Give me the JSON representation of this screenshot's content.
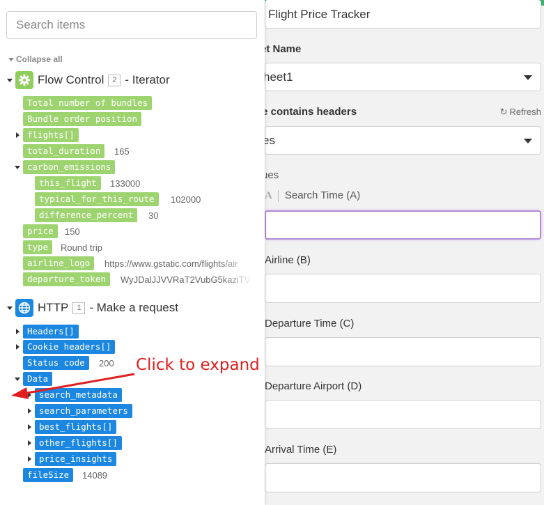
{
  "search": {
    "placeholder": "Search items"
  },
  "collapse_all": "Collapse all",
  "modules": [
    {
      "name": "Flow Control",
      "number": "2",
      "description": "- Iterator",
      "icon": "gear-icon",
      "color": "#8fce5c"
    },
    {
      "name": "HTTP",
      "number": "1",
      "description": "- Make a request",
      "icon": "globe-icon",
      "color": "#1c87e0"
    }
  ],
  "flow_items": {
    "total_bundles": "Total number of bundles",
    "bundle_order": "Bundle order position",
    "flights": "flights[]",
    "total_duration": {
      "label": "total_duration",
      "value": "165"
    },
    "carbon_emissions": "carbon_emissions",
    "this_flight": {
      "label": "this_flight",
      "value": "133000"
    },
    "typical_for_this_route": {
      "label": "typical_for_this_route",
      "value": "102000"
    },
    "difference_percent": {
      "label": "difference_percent",
      "value": "30"
    },
    "price": {
      "label": "price",
      "value": "150"
    },
    "type": {
      "label": "type",
      "value": "Round trip"
    },
    "airline_logo": {
      "label": "airline_logo",
      "value": "https://www.gstatic.com/flights/air"
    },
    "departure_token": {
      "label": "departure_token",
      "value": "WyJDalJJVVRaT2VubG5kaziTV"
    }
  },
  "http_items": {
    "headers": "Headers[]",
    "cookie_headers": "Cookie headers[]",
    "status_code": {
      "label": "Status code",
      "value": "200"
    },
    "data": "Data",
    "search_metadata": "search_metadata",
    "search_parameters": "search_parameters",
    "best_flights": "best_flights[]",
    "other_flights": "other_flights[]",
    "price_insights": "price_insights",
    "file_size": {
      "label": "fileSize",
      "value": "14089"
    }
  },
  "annotation": "Click to expand",
  "right": {
    "spreadsheet_value": "Flight Price Tracker",
    "sheet_name_label": "et Name",
    "sheet_name_value": "heet1",
    "headers_label": "le contains headers",
    "refresh_label": "Refresh",
    "headers_value": "es",
    "values_label": "ues",
    "columns": [
      {
        "label": "Search Time (A)",
        "value": ""
      },
      {
        "label": "Airline (B)",
        "value": ""
      },
      {
        "label": "Departure Time (C)",
        "value": ""
      },
      {
        "label": "Departure Airport (D)",
        "value": ""
      },
      {
        "label": "Arrival Time (E)",
        "value": ""
      }
    ],
    "type_icon": "A"
  },
  "colors": {
    "green_pill": "#9ed470",
    "blue_pill": "#1c87e0",
    "annotation_red": "#e02020",
    "focus_purple": "#b28ad6"
  }
}
